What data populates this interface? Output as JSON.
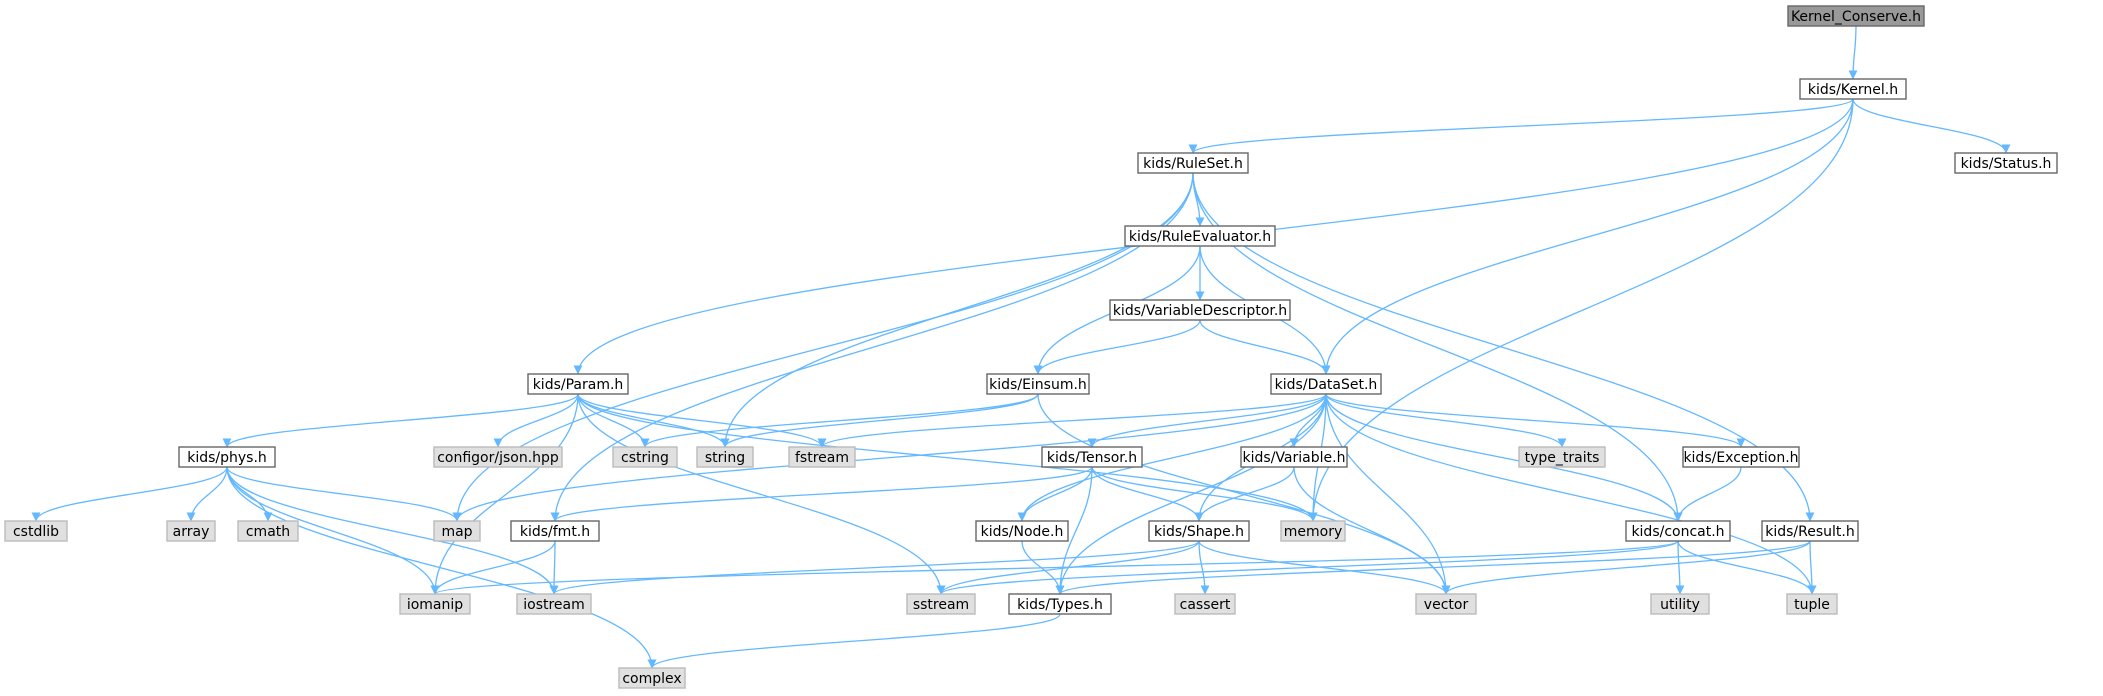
{
  "colors": {
    "root_fill": "#999999",
    "project_fill": "#ffffff",
    "system_fill": "#e0e0e0",
    "project_border": "#666666",
    "system_border": "#bbbbbb",
    "edge": "#63b8ff",
    "text": "#000000"
  },
  "nodes": [
    {
      "id": "kernel_conserve",
      "label": "Kernel_Conserve.h",
      "kind": "root"
    },
    {
      "id": "kernel",
      "label": "kids/Kernel.h",
      "kind": "project"
    },
    {
      "id": "ruleset",
      "label": "kids/RuleSet.h",
      "kind": "project"
    },
    {
      "id": "status",
      "label": "kids/Status.h",
      "kind": "project"
    },
    {
      "id": "ruleeval",
      "label": "kids/RuleEvaluator.h",
      "kind": "project"
    },
    {
      "id": "vardesc",
      "label": "kids/VariableDescriptor.h",
      "kind": "project"
    },
    {
      "id": "param",
      "label": "kids/Param.h",
      "kind": "project"
    },
    {
      "id": "einsum",
      "label": "kids/Einsum.h",
      "kind": "project"
    },
    {
      "id": "dataset",
      "label": "kids/DataSet.h",
      "kind": "project"
    },
    {
      "id": "phys",
      "label": "kids/phys.h",
      "kind": "project"
    },
    {
      "id": "configor",
      "label": "configor/json.hpp",
      "kind": "system"
    },
    {
      "id": "cstring",
      "label": "cstring",
      "kind": "system"
    },
    {
      "id": "string",
      "label": "string",
      "kind": "system"
    },
    {
      "id": "fstream",
      "label": "fstream",
      "kind": "system"
    },
    {
      "id": "tensor",
      "label": "kids/Tensor.h",
      "kind": "project"
    },
    {
      "id": "variable",
      "label": "kids/Variable.h",
      "kind": "project"
    },
    {
      "id": "type_traits",
      "label": "type_traits",
      "kind": "system"
    },
    {
      "id": "exception",
      "label": "kids/Exception.h",
      "kind": "project"
    },
    {
      "id": "cstdlib",
      "label": "cstdlib",
      "kind": "system"
    },
    {
      "id": "array",
      "label": "array",
      "kind": "system"
    },
    {
      "id": "cmath",
      "label": "cmath",
      "kind": "system"
    },
    {
      "id": "map",
      "label": "map",
      "kind": "system"
    },
    {
      "id": "fmt",
      "label": "kids/fmt.h",
      "kind": "project"
    },
    {
      "id": "node",
      "label": "kids/Node.h",
      "kind": "project"
    },
    {
      "id": "shape",
      "label": "kids/Shape.h",
      "kind": "project"
    },
    {
      "id": "memory",
      "label": "memory",
      "kind": "system"
    },
    {
      "id": "concat",
      "label": "kids/concat.h",
      "kind": "project"
    },
    {
      "id": "result",
      "label": "kids/Result.h",
      "kind": "project"
    },
    {
      "id": "iomanip",
      "label": "iomanip",
      "kind": "system"
    },
    {
      "id": "iostream",
      "label": "iostream",
      "kind": "system"
    },
    {
      "id": "sstream",
      "label": "sstream",
      "kind": "system"
    },
    {
      "id": "types",
      "label": "kids/Types.h",
      "kind": "project"
    },
    {
      "id": "cassert",
      "label": "cassert",
      "kind": "system"
    },
    {
      "id": "vector",
      "label": "vector",
      "kind": "system"
    },
    {
      "id": "utility",
      "label": "utility",
      "kind": "system"
    },
    {
      "id": "tuple",
      "label": "tuple",
      "kind": "system"
    },
    {
      "id": "complex",
      "label": "complex",
      "kind": "system"
    }
  ],
  "edges": [
    [
      "kernel_conserve",
      "kernel"
    ],
    [
      "kernel",
      "ruleset"
    ],
    [
      "kernel",
      "status"
    ],
    [
      "kernel",
      "param"
    ],
    [
      "kernel",
      "dataset"
    ],
    [
      "kernel",
      "memory"
    ],
    [
      "ruleset",
      "ruleeval"
    ],
    [
      "ruleset",
      "fmt"
    ],
    [
      "ruleset",
      "map"
    ],
    [
      "ruleset",
      "string"
    ],
    [
      "ruleset",
      "concat"
    ],
    [
      "ruleset",
      "result"
    ],
    [
      "ruleeval",
      "vardesc"
    ],
    [
      "ruleeval",
      "einsum"
    ],
    [
      "ruleeval",
      "dataset"
    ],
    [
      "vardesc",
      "einsum"
    ],
    [
      "vardesc",
      "dataset"
    ],
    [
      "param",
      "phys"
    ],
    [
      "param",
      "configor"
    ],
    [
      "param",
      "cstring"
    ],
    [
      "param",
      "string"
    ],
    [
      "param",
      "fstream"
    ],
    [
      "param",
      "memory"
    ],
    [
      "param",
      "sstream"
    ],
    [
      "param",
      "iomanip"
    ],
    [
      "einsum",
      "cstring"
    ],
    [
      "einsum",
      "string"
    ],
    [
      "einsum",
      "vector"
    ],
    [
      "dataset",
      "fstream"
    ],
    [
      "dataset",
      "tensor"
    ],
    [
      "dataset",
      "variable"
    ],
    [
      "dataset",
      "type_traits"
    ],
    [
      "dataset",
      "exception"
    ],
    [
      "dataset",
      "memory"
    ],
    [
      "dataset",
      "map"
    ],
    [
      "dataset",
      "node"
    ],
    [
      "dataset",
      "shape"
    ],
    [
      "dataset",
      "types"
    ],
    [
      "dataset",
      "vector"
    ],
    [
      "dataset",
      "concat"
    ],
    [
      "dataset",
      "tuple"
    ],
    [
      "phys",
      "cstdlib"
    ],
    [
      "phys",
      "array"
    ],
    [
      "phys",
      "cmath"
    ],
    [
      "phys",
      "map"
    ],
    [
      "phys",
      "iomanip"
    ],
    [
      "phys",
      "iostream"
    ],
    [
      "phys",
      "complex"
    ],
    [
      "tensor",
      "fmt"
    ],
    [
      "tensor",
      "node"
    ],
    [
      "tensor",
      "shape"
    ],
    [
      "tensor",
      "memory"
    ],
    [
      "tensor",
      "types"
    ],
    [
      "variable",
      "shape"
    ],
    [
      "variable",
      "vector"
    ],
    [
      "exception",
      "concat"
    ],
    [
      "fmt",
      "iomanip"
    ],
    [
      "fmt",
      "iostream"
    ],
    [
      "node",
      "types"
    ],
    [
      "shape",
      "iostream"
    ],
    [
      "shape",
      "sstream"
    ],
    [
      "shape",
      "cassert"
    ],
    [
      "shape",
      "vector"
    ],
    [
      "concat",
      "iomanip"
    ],
    [
      "concat",
      "sstream"
    ],
    [
      "concat",
      "utility"
    ],
    [
      "concat",
      "tuple"
    ],
    [
      "result",
      "types"
    ],
    [
      "result",
      "vector"
    ],
    [
      "result",
      "tuple"
    ],
    [
      "types",
      "complex"
    ]
  ]
}
